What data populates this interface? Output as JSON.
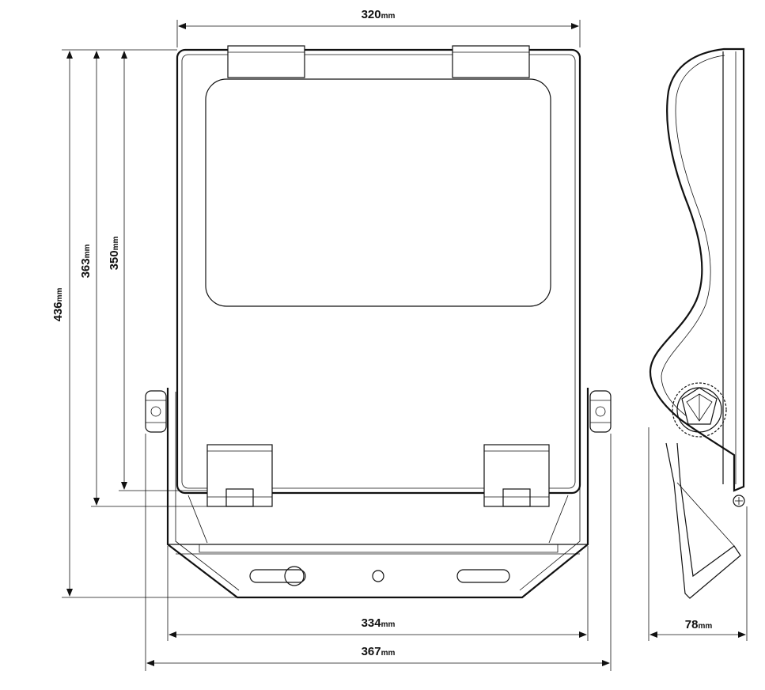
{
  "dimensions": {
    "top_width": {
      "value": "320",
      "unit": "mm"
    },
    "height_total": {
      "value": "436",
      "unit": "mm"
    },
    "height_363": {
      "value": "363",
      "unit": "mm"
    },
    "height_350": {
      "value": "350",
      "unit": "mm"
    },
    "bracket_width": {
      "value": "334",
      "unit": "mm"
    },
    "overall_width": {
      "value": "367",
      "unit": "mm"
    },
    "depth": {
      "value": "78",
      "unit": "mm"
    }
  }
}
